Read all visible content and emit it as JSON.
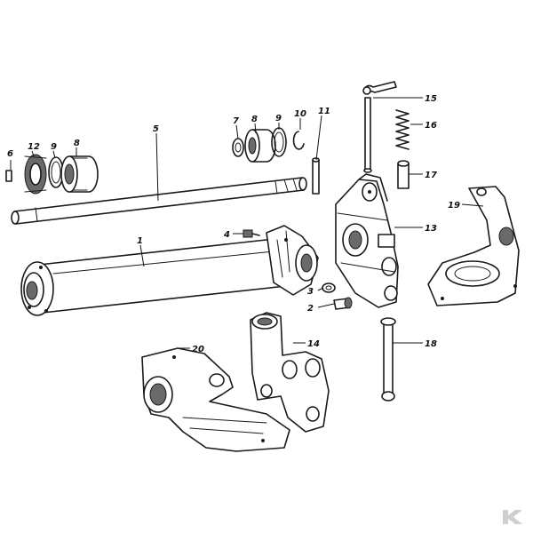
{
  "diagram": {
    "part_labels": [
      {
        "id": "label-1",
        "text": "1"
      },
      {
        "id": "label-2",
        "text": "2"
      },
      {
        "id": "label-3",
        "text": "3"
      },
      {
        "id": "label-4",
        "text": "4"
      },
      {
        "id": "label-5",
        "text": "5"
      },
      {
        "id": "label-6",
        "text": "6"
      },
      {
        "id": "label-7",
        "text": "7"
      },
      {
        "id": "label-8a",
        "text": "8"
      },
      {
        "id": "label-8b",
        "text": "8"
      },
      {
        "id": "label-9a",
        "text": "9"
      },
      {
        "id": "label-9b",
        "text": "9"
      },
      {
        "id": "label-10",
        "text": "10"
      },
      {
        "id": "label-11",
        "text": "11"
      },
      {
        "id": "label-12",
        "text": "12"
      },
      {
        "id": "label-13",
        "text": "13"
      },
      {
        "id": "label-14",
        "text": "14"
      },
      {
        "id": "label-15",
        "text": "15"
      },
      {
        "id": "label-16",
        "text": "16"
      },
      {
        "id": "label-17",
        "text": "17"
      },
      {
        "id": "label-18",
        "text": "18"
      },
      {
        "id": "label-19",
        "text": "19"
      },
      {
        "id": "label-20",
        "text": "20"
      }
    ]
  },
  "logo": {
    "icon": "k-logo-icon",
    "text": "K",
    "color": "#cfcfcf"
  }
}
